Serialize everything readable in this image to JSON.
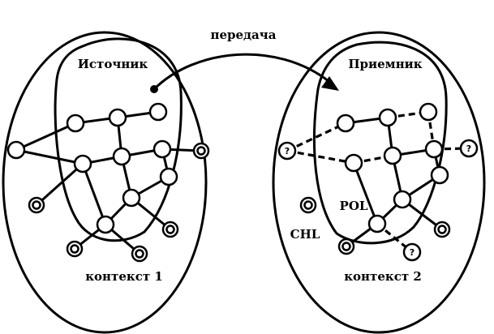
{
  "labels": {
    "transfer": "передача",
    "source": "Источник",
    "receiver": "Приемник",
    "context1": "контекст 1",
    "context2": "контекст 2",
    "pol": "POL",
    "chl": "CHL"
  },
  "unknown_node_symbol": "?"
}
